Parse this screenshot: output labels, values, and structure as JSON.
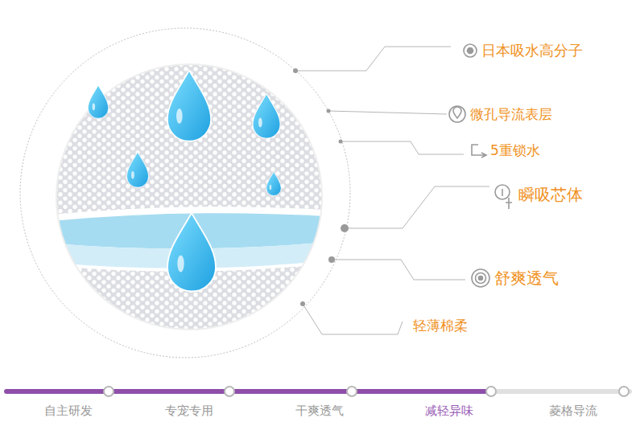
{
  "diagram": {
    "labels": [
      "日本吸水高分子",
      "微孔导流表层",
      "5重锁水",
      "瞬吸芯体",
      "舒爽透气",
      "轻薄棉柔",
      "自主研发",
      "专宠专用",
      "干爽透气",
      "减轻异味",
      "菱格导流"
    ]
  }
}
